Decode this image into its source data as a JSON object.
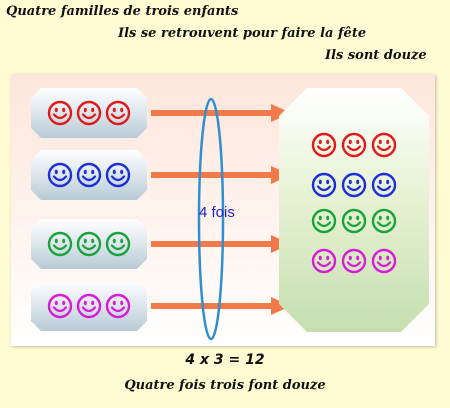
{
  "header": {
    "line1": "Quatre familles de trois enfants",
    "line2": "Ils se retrouvent pour faire la fête",
    "line3": "Ils sont douze"
  },
  "middle_label": "4 fois",
  "families": [
    {
      "color": "#e01919",
      "count": 3
    },
    {
      "color": "#1a2fd6",
      "count": 3
    },
    {
      "color": "#19a33a",
      "count": 3
    },
    {
      "color": "#d81bd8",
      "count": 3
    }
  ],
  "arrow_color": "#f07a4a",
  "equation": "4 x 3 = 12",
  "subtitle": "Quatre fois trois font douze"
}
